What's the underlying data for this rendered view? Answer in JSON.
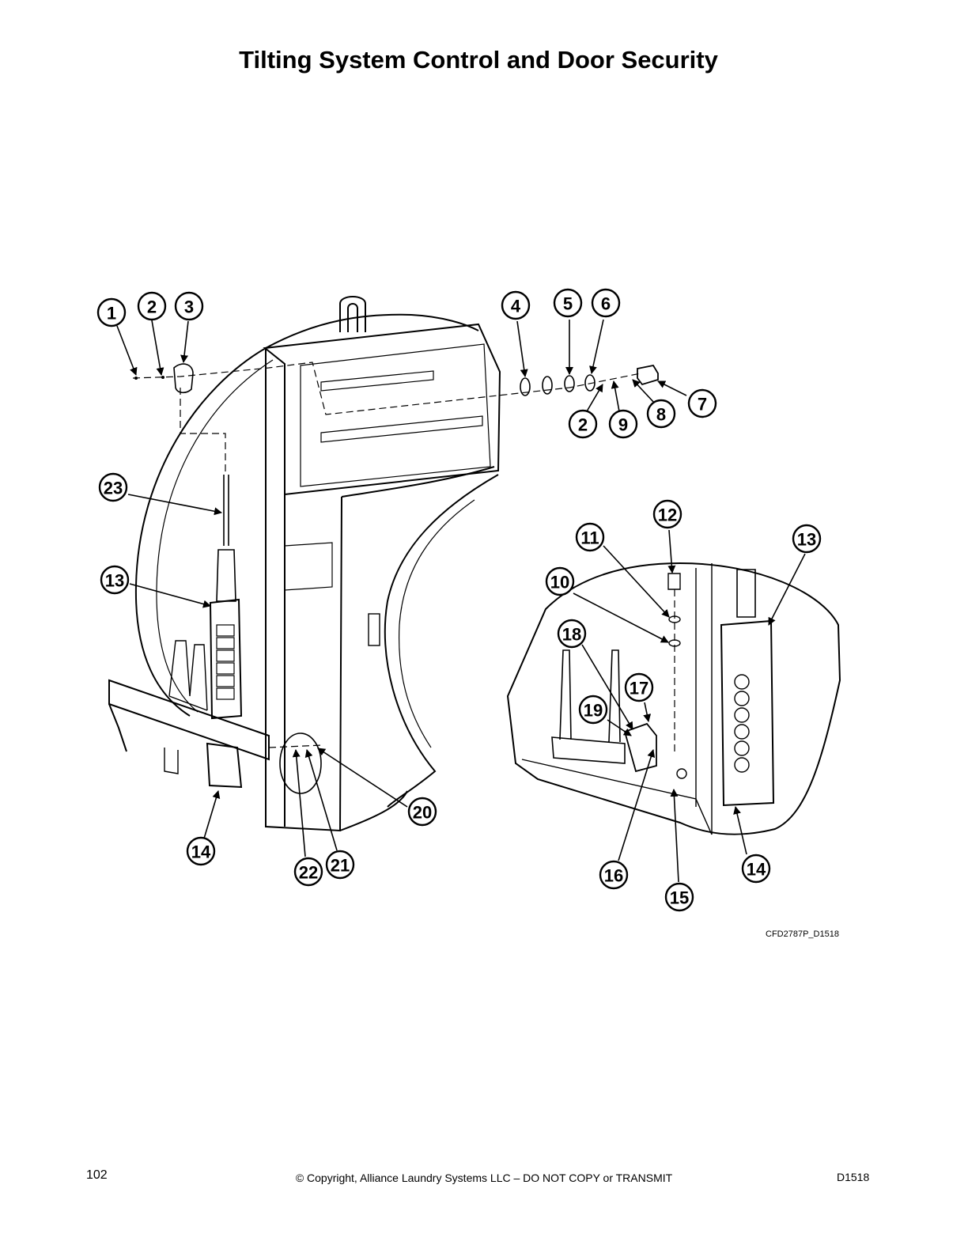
{
  "page": {
    "title": "Tilting System Control and Door Security",
    "figure_ref": "CFD2787P_D1518",
    "footer": {
      "page_number": "102",
      "copyright": "© Copyright, Alliance Laundry Systems LLC – DO NOT COPY or TRANSMIT",
      "doc_code": "D1518"
    }
  },
  "callouts": [
    {
      "id": "c1",
      "label": "1"
    },
    {
      "id": "c2a",
      "label": "2"
    },
    {
      "id": "c3",
      "label": "3"
    },
    {
      "id": "c4",
      "label": "4"
    },
    {
      "id": "c5",
      "label": "5"
    },
    {
      "id": "c6",
      "label": "6"
    },
    {
      "id": "c7",
      "label": "7"
    },
    {
      "id": "c8",
      "label": "8"
    },
    {
      "id": "c9",
      "label": "9"
    },
    {
      "id": "c2b",
      "label": "2"
    },
    {
      "id": "c23",
      "label": "23"
    },
    {
      "id": "c13a",
      "label": "13"
    },
    {
      "id": "c14a",
      "label": "14"
    },
    {
      "id": "c22",
      "label": "22"
    },
    {
      "id": "c21",
      "label": "21"
    },
    {
      "id": "c20",
      "label": "20"
    },
    {
      "id": "c12",
      "label": "12"
    },
    {
      "id": "c11",
      "label": "11"
    },
    {
      "id": "c13b",
      "label": "13"
    },
    {
      "id": "c10",
      "label": "10"
    },
    {
      "id": "c18",
      "label": "18"
    },
    {
      "id": "c17",
      "label": "17"
    },
    {
      "id": "c19",
      "label": "19"
    },
    {
      "id": "c16",
      "label": "16"
    },
    {
      "id": "c15",
      "label": "15"
    },
    {
      "id": "c14b",
      "label": "14"
    }
  ]
}
